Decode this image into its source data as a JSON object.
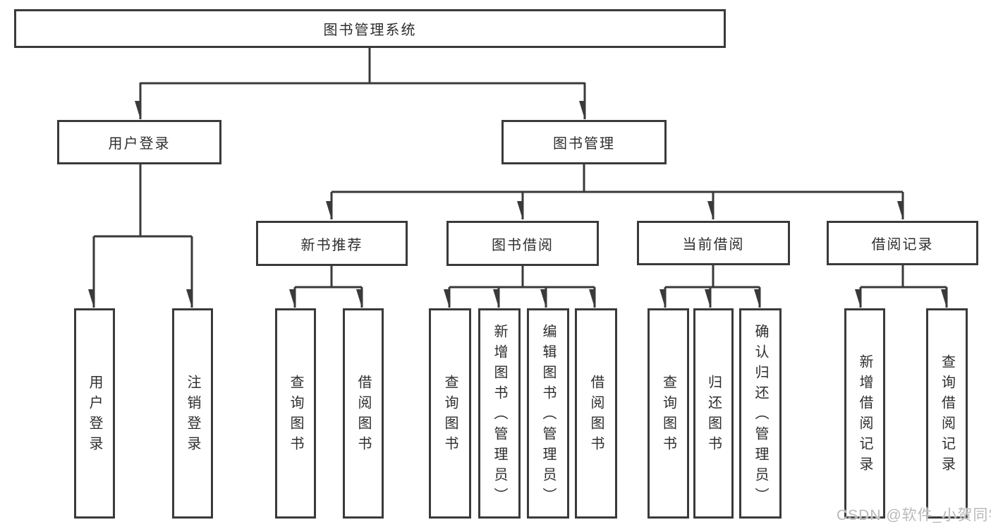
{
  "diagram": {
    "title": "图书管理系统",
    "root": {
      "label": "图书管理系统"
    },
    "level2": [
      {
        "label": "用户登录"
      },
      {
        "label": "图书管理"
      }
    ],
    "level3": [
      {
        "label": "新书推荐"
      },
      {
        "label": "图书借阅"
      },
      {
        "label": "当前借阅"
      },
      {
        "label": "借阅记录"
      }
    ],
    "leaves": [
      {
        "label": "用户登录"
      },
      {
        "label": "注销登录"
      },
      {
        "label": "查询图书"
      },
      {
        "label": "借阅图书"
      },
      {
        "label": "查询图书"
      },
      {
        "label": "新增图书（管理员）"
      },
      {
        "label": "编辑图书（管理员）"
      },
      {
        "label": "借阅图书"
      },
      {
        "label": "查询图书"
      },
      {
        "label": "归还图书"
      },
      {
        "label": "确认归还（管理员）"
      },
      {
        "label": "新增借阅记录"
      },
      {
        "label": "查询借阅记录"
      }
    ]
  },
  "watermark": {
    "text": "CSDN @软件_小贺同学"
  },
  "colors": {
    "background": "#ffffff",
    "line": "#3a3a3a",
    "box_border": "#3a3a3a",
    "text": "#2e2e2e",
    "watermark": "#b9b9b9"
  }
}
